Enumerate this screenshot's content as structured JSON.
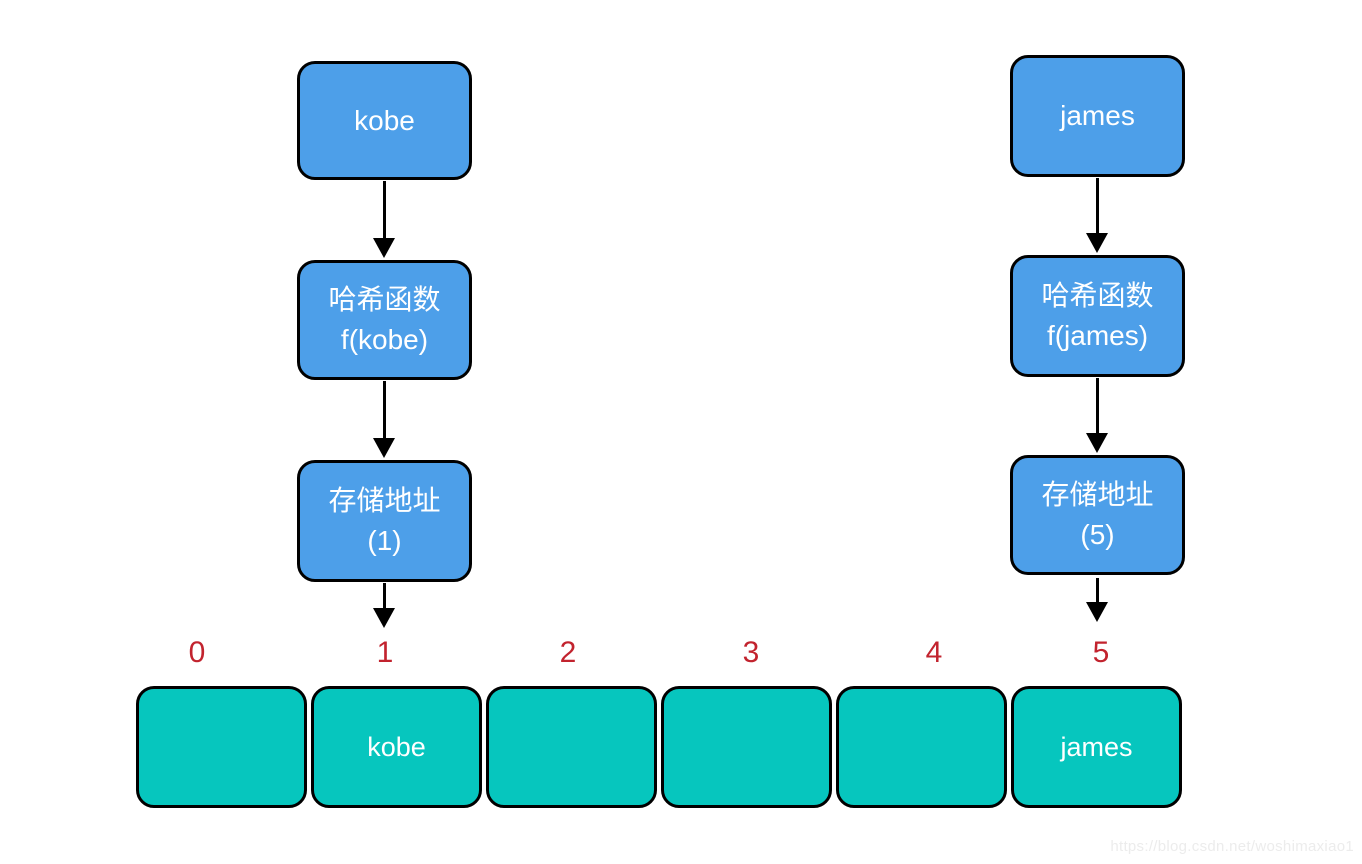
{
  "diagram": {
    "flows": [
      {
        "key": "kobe",
        "hash_line1": "哈希函数",
        "hash_line2": "f(kobe)",
        "addr_line1": "存储地址",
        "addr_line2": "(1)"
      },
      {
        "key": "james",
        "hash_line1": "哈希函数",
        "hash_line2": "f(james)",
        "addr_line1": "存储地址",
        "addr_line2": "(5)"
      }
    ],
    "array_cells": [
      {
        "index": "0",
        "value": ""
      },
      {
        "index": "1",
        "value": "kobe"
      },
      {
        "index": "2",
        "value": ""
      },
      {
        "index": "3",
        "value": ""
      },
      {
        "index": "4",
        "value": ""
      },
      {
        "index": "5",
        "value": "james"
      }
    ],
    "watermark": "https://blog.csdn.net/woshimaxiao1",
    "colors": {
      "box_blue": "#4D9FE9",
      "cell_teal": "#06C6BE",
      "index_red": "#C2232E",
      "border_black": "#000000",
      "text_white": "#FFFFFF"
    }
  }
}
